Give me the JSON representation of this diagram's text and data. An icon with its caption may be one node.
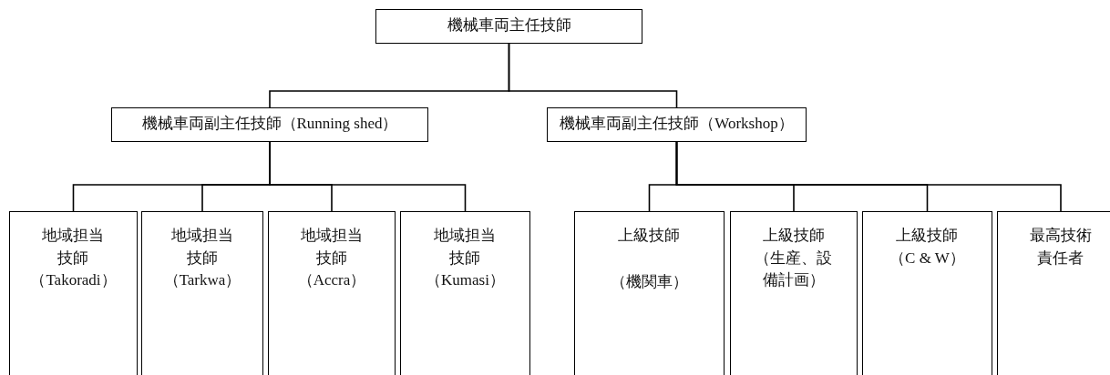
{
  "diagram": {
    "nodes": [
      {
        "text": [
          "機械車両主任技師"
        ]
      },
      {
        "text": [
          "機械車両副主任技師（Running shed）"
        ]
      },
      {
        "text": [
          "機械車両副主任技師（Workshop）"
        ]
      },
      {
        "text": [
          "地域担当技師",
          "（Takoradi）"
        ]
      },
      {
        "text": [
          "地域担当技師",
          "（Tarkwa）"
        ]
      },
      {
        "text": [
          "地域担当技師",
          "（Accra）"
        ]
      },
      {
        "text": [
          "地域担当技師",
          "（Kumasi）"
        ]
      },
      {
        "text": [
          "上級技師",
          "（機関車）"
        ]
      },
      {
        "text": [
          "上級技師",
          "（生産、設備計画）"
        ]
      },
      {
        "text": [
          "上級技師",
          "（C & W）"
        ]
      },
      {
        "text": [
          "最高技術責任者"
        ]
      }
    ],
    "edges": [
      {
        "from": 0,
        "to": 1,
        "arrow": "none"
      },
      {
        "from": 0,
        "to": 2,
        "arrow": "none"
      },
      {
        "from": 1,
        "to": 3,
        "arrow": "none"
      },
      {
        "from": 1,
        "to": 4,
        "arrow": "none"
      },
      {
        "from": 1,
        "to": 5,
        "arrow": "none"
      },
      {
        "from": 1,
        "to": 6,
        "arrow": "none"
      },
      {
        "from": 2,
        "to": 7,
        "arrow": "none"
      },
      {
        "from": 2,
        "to": 8,
        "arrow": "none"
      },
      {
        "from": 2,
        "to": 9,
        "arrow": "none"
      },
      {
        "from": 2,
        "to": 10,
        "arrow": "none"
      }
    ]
  }
}
